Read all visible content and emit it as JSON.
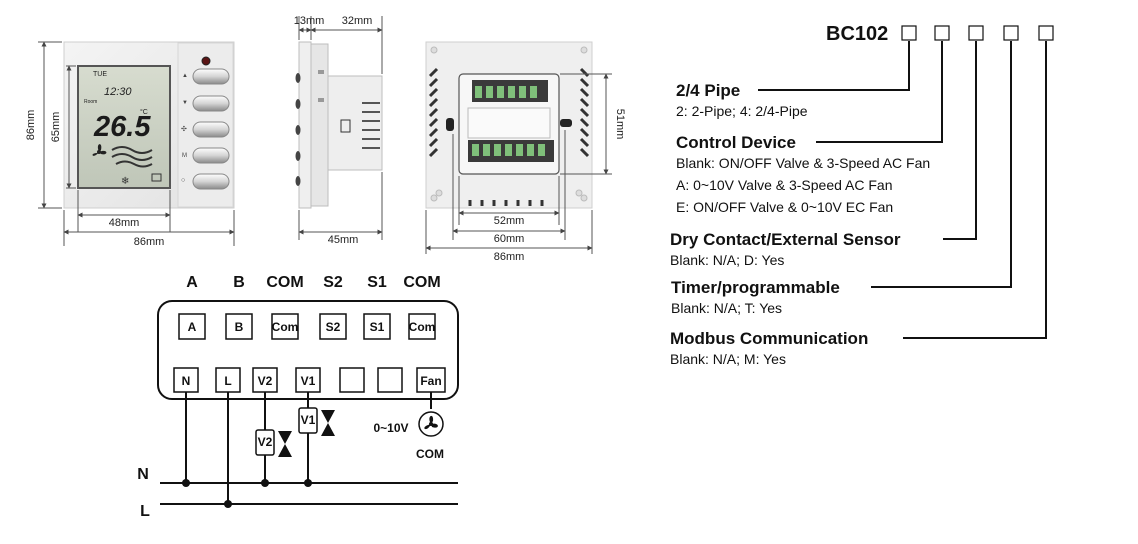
{
  "front_view": {
    "lcd": {
      "day": "TUE",
      "time": "12:30",
      "room_label": "Room",
      "temp": "26.5",
      "unit": "°C"
    },
    "dims": {
      "height_outer": "86mm",
      "height_lcd": "65mm",
      "width_lcd": "48mm",
      "width_outer": "86mm"
    }
  },
  "side_view": {
    "dims": {
      "front_depth": "13mm",
      "rear_depth": "32mm",
      "width": "45mm"
    }
  },
  "back_view": {
    "dims": {
      "vertical": "51mm",
      "inner": "52mm",
      "mid": "60mm",
      "outer": "86mm"
    }
  },
  "wiring": {
    "top_labels": [
      "A",
      "B",
      "COM",
      "S2",
      "S1",
      "COM"
    ],
    "top_boxes": [
      "A",
      "B",
      "Com",
      "S2",
      "S1",
      "Com"
    ],
    "bottom_boxes": [
      "N",
      "L",
      "V2",
      "V1",
      "",
      "",
      "Fan"
    ],
    "valve_v2": "V2",
    "valve_v1": "V1",
    "fan_label": "0~10V",
    "fan_com": "COM",
    "line_n": "N",
    "line_l": "L"
  },
  "ordering": {
    "model": "BC102",
    "options": [
      {
        "title": "2/4 Pipe",
        "lines": [
          "2: 2-Pipe; 4: 2/4-Pipe"
        ]
      },
      {
        "title": "Control Device",
        "lines": [
          "Blank: ON/OFF Valve & 3-Speed AC Fan",
          "A: 0~10V Valve & 3-Speed AC Fan",
          "E: ON/OFF Valve & 0~10V EC Fan"
        ]
      },
      {
        "title": "Dry Contact/External Sensor",
        "lines": [
          "Blank: N/A; D: Yes"
        ]
      },
      {
        "title": "Timer/programmable",
        "lines": [
          "Blank: N/A; T: Yes"
        ]
      },
      {
        "title": "Modbus Communication",
        "lines": [
          "Blank: N/A; M: Yes"
        ]
      }
    ]
  }
}
